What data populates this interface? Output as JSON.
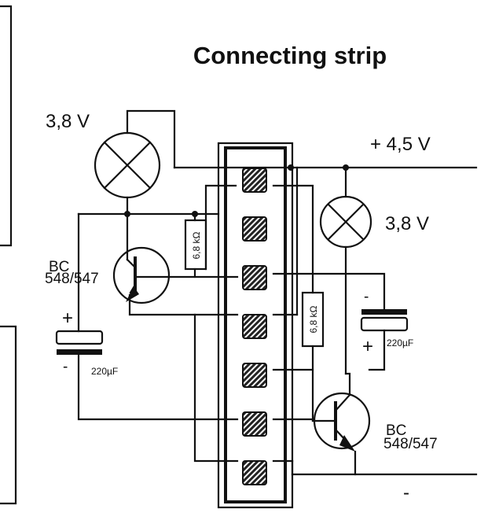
{
  "title": "Connecting strip",
  "supply_positive": "+ 4,5 V",
  "supply_negative": "-",
  "lamps": [
    {
      "voltage": "3,8 V"
    },
    {
      "voltage": "3,8 V"
    }
  ],
  "transistors": [
    {
      "type_line1": "BC",
      "type_line2": "548/547"
    },
    {
      "type_line1": "BC",
      "type_line2": "548/547"
    }
  ],
  "resistors": [
    {
      "value": "6,8 kΩ"
    },
    {
      "value": "6,8 kΩ"
    }
  ],
  "capacitors": [
    {
      "value": "220µF",
      "plus": "+",
      "minus": "-"
    },
    {
      "value": "220µF",
      "plus": "+",
      "minus": "-"
    }
  ],
  "strip_terminal_count": 7
}
